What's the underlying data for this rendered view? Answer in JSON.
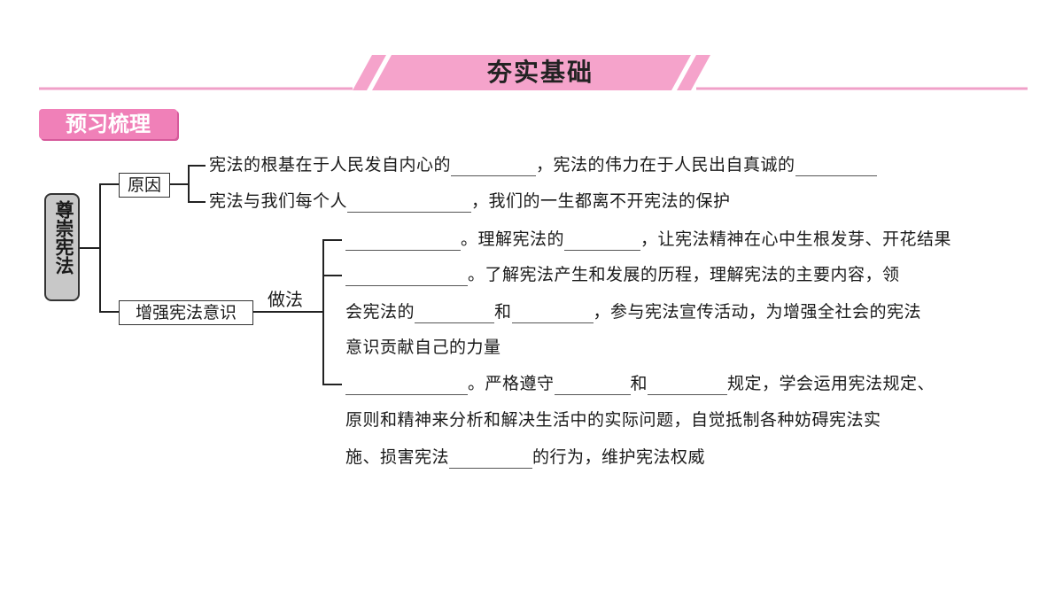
{
  "header": {
    "title": "夯实基础"
  },
  "section": {
    "tag": "预习梳理"
  },
  "root": {
    "label": "尊崇宪法"
  },
  "branch1": {
    "label": "原因",
    "line1_a": "宪法的根基在于人民发自内心的",
    "line1_b": "，宪法的伟力在于人民出自真诚的",
    "line2_a": "宪法与我们每个人",
    "line2_b": "，我们的一生都离不开宪法的保护"
  },
  "branch2": {
    "label": "增强宪法意识",
    "method_label": "做法",
    "item1_b": "。理解宪法的",
    "item1_c": "，让宪法精神在心中生根发芽、开花结果",
    "item2_b": "。了解宪法产生和发展的历程，理解宪法的主要内容，领",
    "item2_c_a": "会宪法的",
    "item2_c_b": "和",
    "item2_c_c": "，参与宪法宣传活动，为增强全社会的宪法",
    "item2_d": "意识贡献自己的力量",
    "item3_b": "。严格遵守",
    "item3_c": "和",
    "item3_d": "规定，学会运用宪法规定、",
    "item3_e": "原则和精神来分析和解决生活中的实际问题，自觉抵制各种妨碍宪法实",
    "item3_f_a": "施、损害宪法",
    "item3_f_b": "的行为，维护宪法权威"
  },
  "colors": {
    "banner_pink": "#f7a8cf",
    "tag_pink": "#f080b8",
    "root_gray": "#c8c8c8"
  }
}
